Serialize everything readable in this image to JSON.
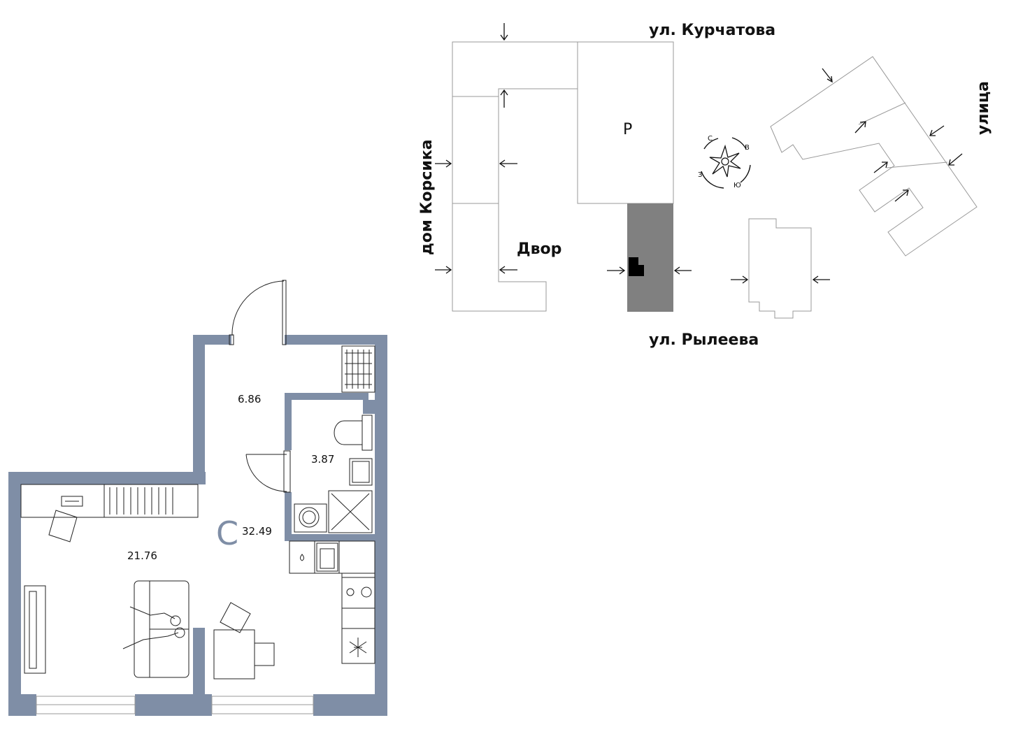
{
  "site_plan": {
    "street_north": "ул. Курчатова",
    "street_south": "ул. Рылеева",
    "street_east": "улица",
    "house_west": "дом Корсика",
    "yard": "Двор",
    "parking": "Р",
    "compass": {
      "n": "С",
      "e": "В",
      "s": "Ю",
      "w": "З"
    }
  },
  "floor_plan": {
    "type_label": "С",
    "total_area": "32.49",
    "rooms": {
      "hall": "6.86",
      "bathroom": "3.87",
      "living": "21.76"
    },
    "colors": {
      "wall": "#7f8ea6",
      "fixture_stroke": "#222222",
      "highlight_building": "#808080"
    }
  }
}
